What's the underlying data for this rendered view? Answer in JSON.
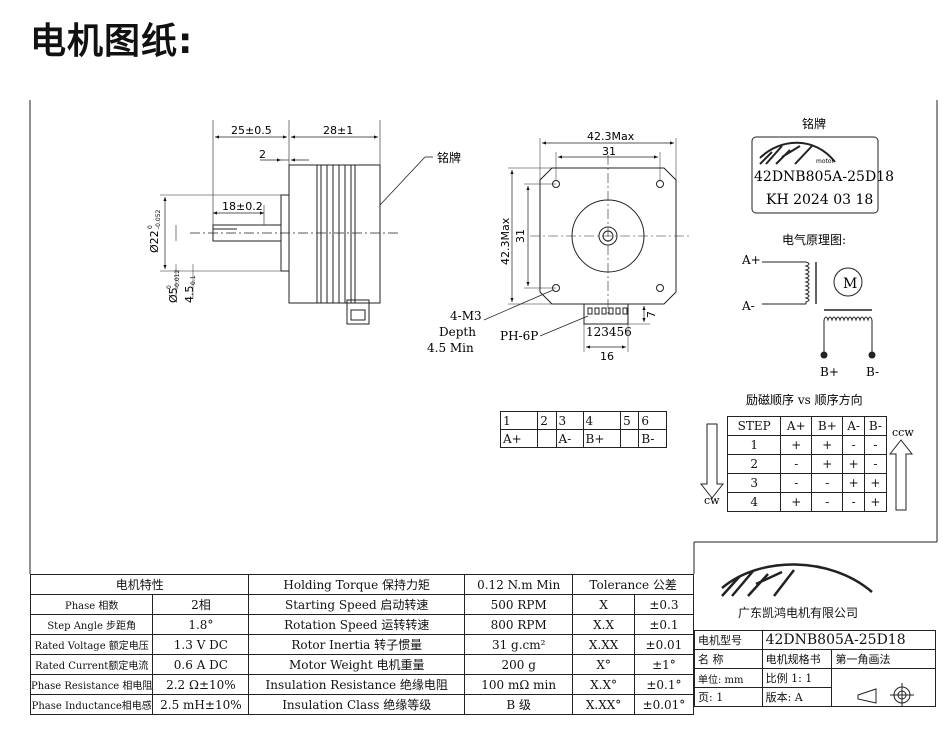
{
  "heading": "电机图纸:",
  "side_view": {
    "dim_shaft_len": "25±0.5",
    "dim_body_len": "28±1",
    "dim_flange": "2",
    "dim_flat": "18±0.2",
    "dim_boss": "Ø22",
    "dim_boss_tol_top": "0",
    "dim_boss_tol_bot": "-0.052",
    "dim_shaft": "Ø5",
    "dim_shaft_tol_top": "0",
    "dim_shaft_tol_bot": "-0.012",
    "dim_flat_depth": "4.5",
    "dim_flat_depth_tol": "0.1",
    "nameplate_label": "铭牌"
  },
  "front_view": {
    "dim_outer_w": "42.3Max",
    "dim_hole_w": "31",
    "dim_outer_h": "42.3Max",
    "dim_hole_h": "31",
    "hole_note_1": "4-M3",
    "hole_note_2": "Depth",
    "hole_note_3": "4.5 Min",
    "connector_label": "PH-6P",
    "connector_pins": "123456",
    "dim_conn_w": "16",
    "dim_conn_h": "7"
  },
  "nameplate": {
    "title": "铭牌",
    "brand_small": "motor",
    "model": "42DNB805A-25D18",
    "date": "KH 2024 03 18"
  },
  "wiring": {
    "title": "电气原理图:",
    "a_plus": "A+",
    "a_minus": "A-",
    "b_plus": "B+",
    "b_minus": "B-",
    "motor_symbol": "M"
  },
  "pin_table": {
    "numbers": [
      "1",
      "2",
      "3",
      "4",
      "5",
      "6"
    ],
    "signals": [
      "A+",
      "",
      "A-",
      "B+",
      "",
      "B-"
    ]
  },
  "step_sequence": {
    "title": "励磁顺序 vs 顺序方向",
    "headers": [
      "STEP",
      "A+",
      "B+",
      "A-",
      "B-"
    ],
    "rows": [
      [
        "1",
        "+",
        "+",
        "-",
        "-"
      ],
      [
        "2",
        "-",
        "+",
        "+",
        "-"
      ],
      [
        "3",
        "-",
        "-",
        "+",
        "+"
      ],
      [
        "4",
        "+",
        "-",
        "-",
        "+"
      ]
    ],
    "cw_label": "cw",
    "ccw_label": "ccw"
  },
  "spec_table": {
    "section_title": "电机特性",
    "left": [
      {
        "label": "Phase 相数",
        "value": "2相"
      },
      {
        "label": "Step Angle 步距角",
        "value": "1.8°"
      },
      {
        "label": "Rated Voltage 额定电压",
        "value": "1.3 V DC"
      },
      {
        "label": "Rated Current额定电流",
        "value": "0.6 A DC"
      },
      {
        "label": "Phase Resistance 相电阻",
        "value": "2.2 Ω±10%"
      },
      {
        "label": "Phase Inductance相电感",
        "value": "2.5 mH±10%"
      }
    ],
    "middle": [
      {
        "label": "Holding Torque 保持力矩",
        "value": "0.12 N.m Min"
      },
      {
        "label": "Starting Speed 启动转速",
        "value": "500 RPM"
      },
      {
        "label": "Rotation Speed 运转转速",
        "value": "800 RPM"
      },
      {
        "label": "Rotor Inertia 转子惯量",
        "value": "31 g.cm²"
      },
      {
        "label": "Motor Weight 电机重量",
        "value": "200 g"
      },
      {
        "label": "Insulation Resistance 绝缘电阻",
        "value": "100 mΩ min"
      },
      {
        "label": "Insulation Class 绝缘等级",
        "value": "B 级"
      }
    ],
    "tolerance_title": "Tolerance 公差",
    "tolerance": [
      {
        "key": "X",
        "value": "±0.3"
      },
      {
        "key": "X.X",
        "value": "±0.1"
      },
      {
        "key": "X.XX",
        "value": "±0.01"
      },
      {
        "key": "X°",
        "value": "±1°"
      },
      {
        "key": "X.X°",
        "value": "±0.1°"
      },
      {
        "key": "X.XX°",
        "value": "±0.01°"
      }
    ]
  },
  "title_block": {
    "company": "广东凯鸿电机有限公司",
    "model_label": "电机型号",
    "model_value": "42DNB805A-25D18",
    "name_label": "名 称",
    "name_value": "电机规格书",
    "projection": "第一角画法",
    "unit": "单位: mm",
    "scale": "比例 1: 1",
    "page": "页: 1",
    "version": "版本: A"
  }
}
